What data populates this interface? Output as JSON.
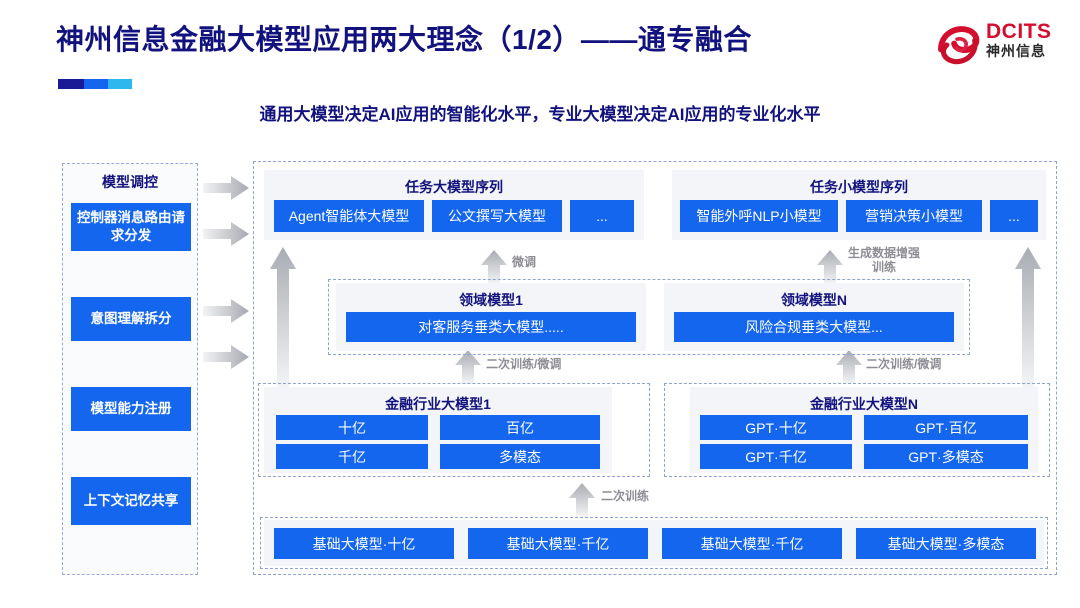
{
  "header": {
    "title": "神州信息金融大模型应用两大理念（1/2）——通专融合",
    "logo": {
      "name": "dcits-logo",
      "en": "DCITS",
      "cn": "神州信息"
    },
    "subtitle": "通用大模型决定AI应用的智能化水平，专业大模型决定AI应用的专业化水平"
  },
  "sidebar": {
    "title": "模型调控",
    "items": [
      {
        "label": "控制器消息路由请求分发"
      },
      {
        "label": "意图理解拆分"
      },
      {
        "label": "模型能力注册"
      },
      {
        "label": "上下文记忆共享"
      }
    ]
  },
  "diagram": {
    "task_big": {
      "title": "任务大模型序列",
      "chips": [
        "Agent智能体大模型",
        "公文撰写大模型",
        "..."
      ]
    },
    "task_small": {
      "title": "任务小模型序列",
      "chips": [
        "智能外呼NLP小模型",
        "营销决策小模型",
        "..."
      ]
    },
    "domain_1": {
      "title": "领域模型1",
      "chips": [
        "对客服务垂类大模型....."
      ]
    },
    "domain_n": {
      "title": "领域模型N",
      "chips": [
        "风险合规垂类大模型..."
      ]
    },
    "finance_1": {
      "title": "金融行业大模型1",
      "chips": [
        "十亿",
        "百亿",
        "千亿",
        "多模态"
      ]
    },
    "finance_n": {
      "title": "金融行业大模型N",
      "chips": [
        "GPT·十亿",
        "GPT·百亿",
        "GPT·千亿",
        "GPT·多模态"
      ]
    },
    "base": {
      "chips": [
        "基础大模型·十亿",
        "基础大模型·千亿",
        "基础大模型·千亿",
        "基础大模型·多模态"
      ]
    },
    "arrow_labels": {
      "finetune_left": "微调",
      "augment_right_line1": "生成数据增强",
      "augment_right_line2": "训练",
      "retrain_finetune_left": "二次训练/微调",
      "retrain_finetune_right": "二次训练/微调",
      "retrain_base": "二次训练"
    }
  },
  "colors": {
    "chip_blue": "#1466ee",
    "title_navy": "#12127e",
    "brand_red": "#d50d2e",
    "arrow_gray": "#b9bcc2"
  }
}
